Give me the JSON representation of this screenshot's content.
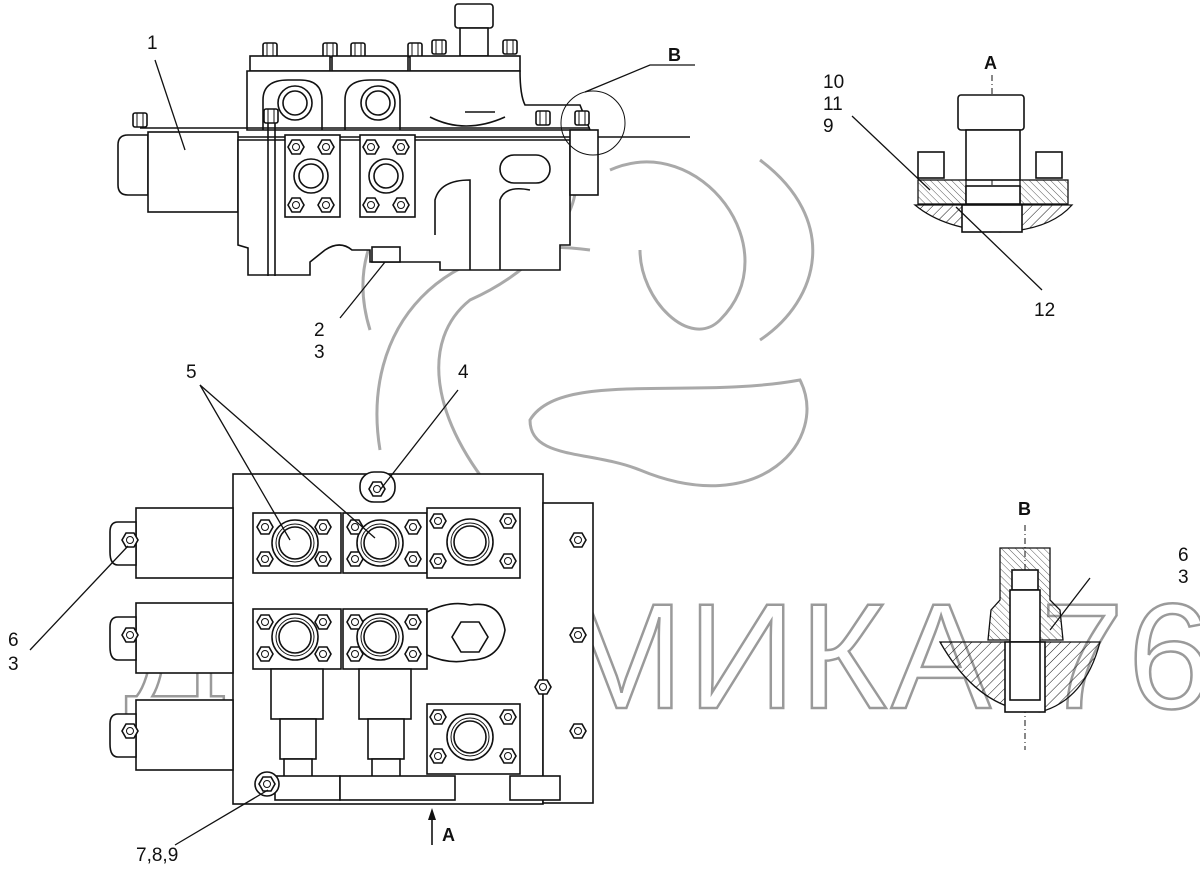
{
  "drawing": {
    "watermark": "ДИНАМИКА 76",
    "colors": {
      "line": "#111111",
      "watermark": "#9a9a9a",
      "background": "#ffffff"
    }
  },
  "callouts": {
    "top_view": {
      "c1": "1",
      "c2": "2",
      "c3": "3",
      "B": "B"
    },
    "front_view": {
      "c5": "5",
      "c4": "4",
      "c6": "6",
      "c3": "3",
      "c789": "7,8,9",
      "A": "A"
    },
    "section_A": {
      "title": "A",
      "c10": "10",
      "c11": "11",
      "c9": "9",
      "c12": "12"
    },
    "detail_B": {
      "title": "B",
      "c6": "6",
      "c3": "3"
    }
  }
}
